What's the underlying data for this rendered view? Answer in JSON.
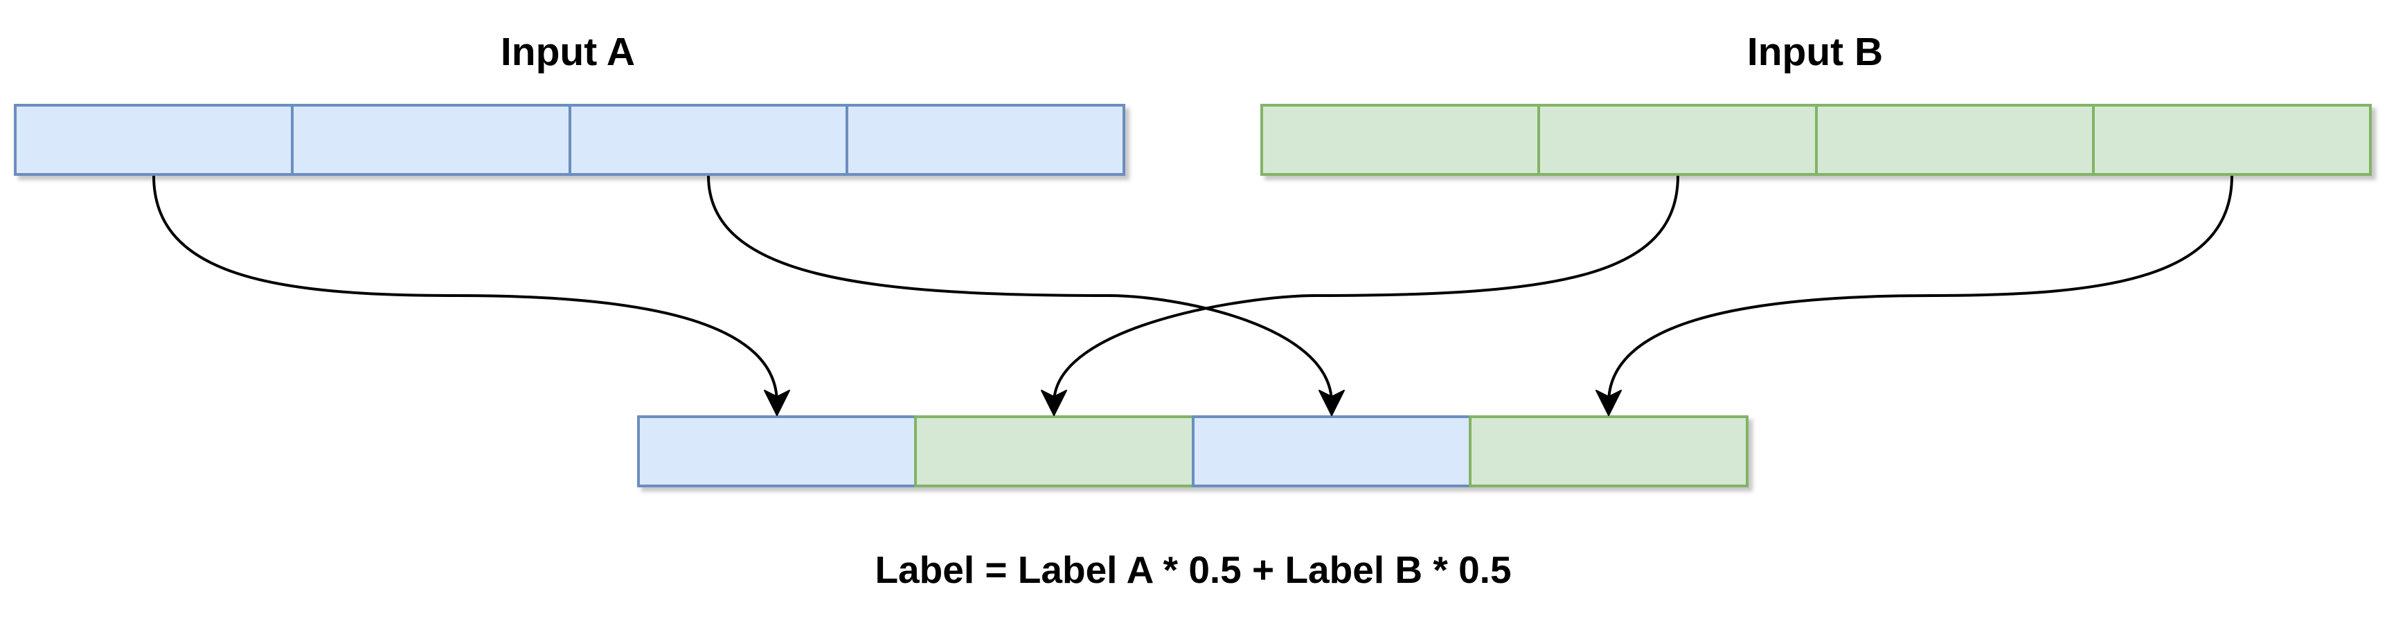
{
  "input_a": {
    "title": "Input A",
    "fill": "#dae8fc",
    "stroke": "#6c8ebf",
    "segment_count": 4
  },
  "input_b": {
    "title": "Input B",
    "fill": "#d5e8d4",
    "stroke": "#82b366",
    "segment_count": 4
  },
  "output": {
    "segments": [
      "a",
      "b",
      "a",
      "b"
    ]
  },
  "formula": "Label = Label A * 0.5 + Label B * 0.5",
  "colors": {
    "connector": "#000000",
    "text": "#000000"
  }
}
